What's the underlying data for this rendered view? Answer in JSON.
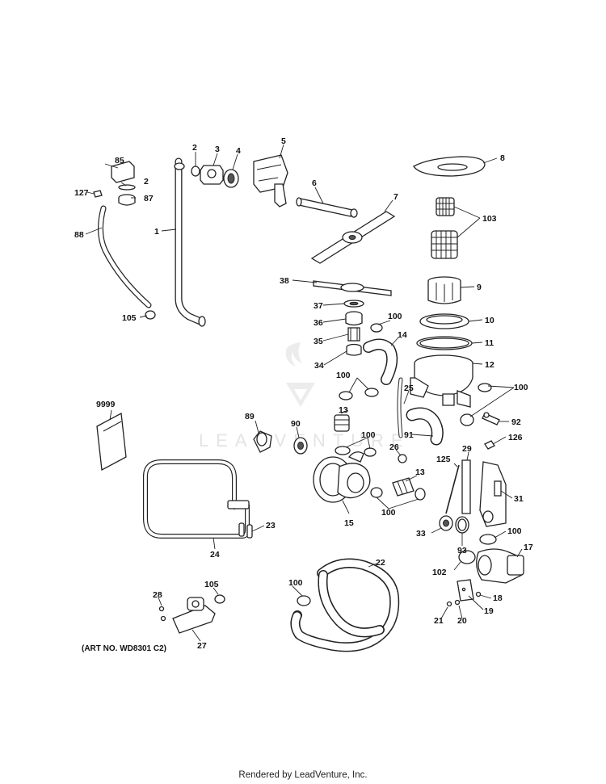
{
  "watermark": "LEADVENTURE",
  "art_number": "(ART NO. WD8301 C2)",
  "footer": "Rendered by LeadVenture, Inc.",
  "callouts": {
    "c1": "1",
    "c2a": "2",
    "c2b": "2",
    "c3": "3",
    "c4": "4",
    "c5": "5",
    "c6": "6",
    "c7": "7",
    "c8": "8",
    "c9": "9",
    "c10": "10",
    "c11": "11",
    "c12": "12",
    "c13a": "13",
    "c13b": "13",
    "c14": "14",
    "c17": "17",
    "c18": "18",
    "c19": "19",
    "c20": "20",
    "c21": "21",
    "c22": "22",
    "c23": "23",
    "c24": "24",
    "c25": "25",
    "c26": "26",
    "c27": "27",
    "c28": "28",
    "c29": "29",
    "c31": "31",
    "c33": "33",
    "c34": "34",
    "c35": "35",
    "c36": "36",
    "c37": "37",
    "c38": "38",
    "c85": "85",
    "c87": "87",
    "c88": "88",
    "c89": "89",
    "c90": "90",
    "c91": "91",
    "c92": "92",
    "c93": "93",
    "c100a": "100",
    "c100b": "100",
    "c100c": "100",
    "c100d": "100",
    "c100e": "100",
    "c100f": "100",
    "c100g": "100",
    "c102": "102",
    "c103": "103",
    "c105a": "105",
    "c105b": "105",
    "c125": "125",
    "c126": "126",
    "c127": "127",
    "c9999": "9999",
    "c15": "15"
  }
}
